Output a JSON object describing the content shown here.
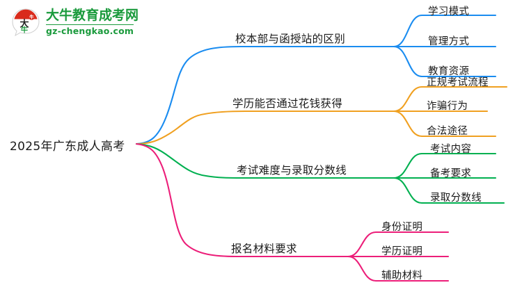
{
  "logo": {
    "mark_name": "daniu-bull-mascot-logo",
    "brand_cn": "大牛教育成考网",
    "brand_url": "gz-chengkao.com",
    "brand_color": "#1a9a3c",
    "mark_top_color": "#d92b1c",
    "mark_text": "大牛"
  },
  "mindmap": {
    "root": {
      "label": "2025年广东成人高考"
    },
    "branches": [
      {
        "label": "校本部与函授站的区别",
        "color": "#1a8cf0",
        "children": [
          {
            "label": "学习模式"
          },
          {
            "label": "管理方式"
          },
          {
            "label": "教育资源"
          }
        ]
      },
      {
        "label": "学历能否通过花钱获得",
        "color": "#f0a020",
        "children": [
          {
            "label": "正规考试流程"
          },
          {
            "label": "诈骗行为"
          },
          {
            "label": "合法途径"
          }
        ]
      },
      {
        "label": "考试难度与录取分数线",
        "color": "#00b050",
        "children": [
          {
            "label": "考试内容"
          },
          {
            "label": "备考要求"
          },
          {
            "label": "录取分数线"
          }
        ]
      },
      {
        "label": "报名材料要求",
        "color": "#ec1e79",
        "children": [
          {
            "label": "身份证明"
          },
          {
            "label": "学历证明"
          },
          {
            "label": "辅助材料"
          }
        ]
      }
    ]
  }
}
